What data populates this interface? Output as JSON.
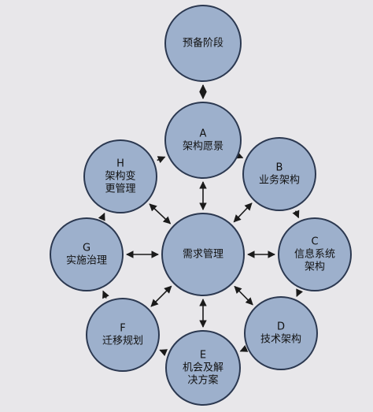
{
  "nodes": {
    "preliminary": {
      "lines": [
        "预备阶段"
      ]
    },
    "a": {
      "lines": [
        "A",
        "架构愿景"
      ]
    },
    "b": {
      "lines": [
        "B",
        "业务架构"
      ]
    },
    "c": {
      "lines": [
        "C",
        "信息系统",
        "架构"
      ]
    },
    "d": {
      "lines": [
        "D",
        "技术架构"
      ]
    },
    "e": {
      "lines": [
        "E",
        "机会及解",
        "决方案"
      ]
    },
    "f": {
      "lines": [
        "F",
        "迁移规划"
      ]
    },
    "g": {
      "lines": [
        "G",
        "实施治理"
      ]
    },
    "h": {
      "lines": [
        "H",
        "架构变",
        "更管理"
      ]
    },
    "center": {
      "lines": [
        "需求管理"
      ]
    }
  },
  "colors": {
    "background": "#e8e7ea",
    "node_fill": "#9db0cc",
    "node_stroke": "#2b3850",
    "arrow": "#1a1a1a"
  }
}
